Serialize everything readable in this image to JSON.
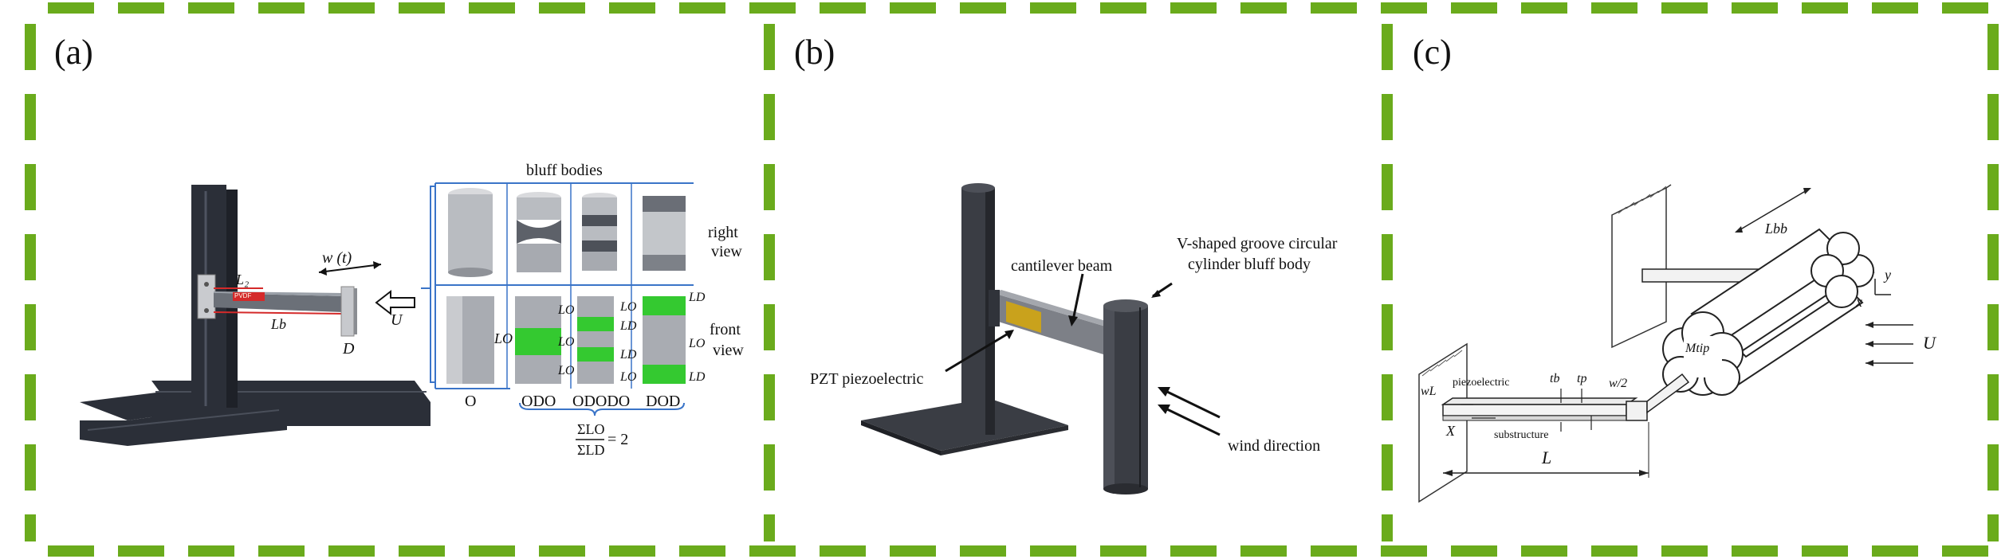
{
  "panels": [
    {
      "letter": "(a)"
    },
    {
      "letter": "(b)"
    },
    {
      "letter": "(c)"
    }
  ],
  "panel_a": {
    "bluff_bodies_heading": "bluff bodies",
    "right_view": [
      "right",
      "view"
    ],
    "front_view": [
      "front",
      "view"
    ],
    "types": [
      "O",
      "ODO",
      "ODODO",
      "DOD"
    ],
    "w_t": "w (t)",
    "L2": "L₂",
    "Lb": "Lb",
    "D": "D",
    "U": "U",
    "pvdf": "PVDF",
    "LO": "LO",
    "LD": "LD",
    "ratio_num": "ΣLO",
    "ratio_den": "ΣLD",
    "ratio_value": "= 2",
    "odo_labels": [
      "LO",
      "LO",
      "LO"
    ],
    "ododo_labels": [
      "LO",
      "LD",
      "LD",
      "LO"
    ],
    "dod_labels": [
      "LD",
      "LO",
      "LD"
    ],
    "o_label": "LO"
  },
  "panel_b": {
    "cantilever_beam": "cantilever beam",
    "vshape_line1": "V-shaped groove circular",
    "vshape_line2": "cylinder bluff body",
    "pzt": "PZT piezoelectric",
    "wind": "wind direction"
  },
  "panel_c": {
    "Lbb": "Lbb",
    "y": "y",
    "x": "x",
    "U": "U",
    "Mtip": "Mtip",
    "wL": "wL",
    "piezoelectric": "piezoelectric",
    "tb": "tb",
    "tp": "tp",
    "w_half": "w/2",
    "X": "X",
    "substructure": "substructure",
    "L": "L"
  },
  "colors": {
    "border_green": "#6aab1c",
    "body_gray": "#9a9ea6",
    "frame_dark": "#2b2f38",
    "green_patch": "#34c930",
    "bracket_blue": "#3a74c8",
    "pvdf_red": "#d42a2a",
    "pzt_yellow": "#c9a21c"
  }
}
